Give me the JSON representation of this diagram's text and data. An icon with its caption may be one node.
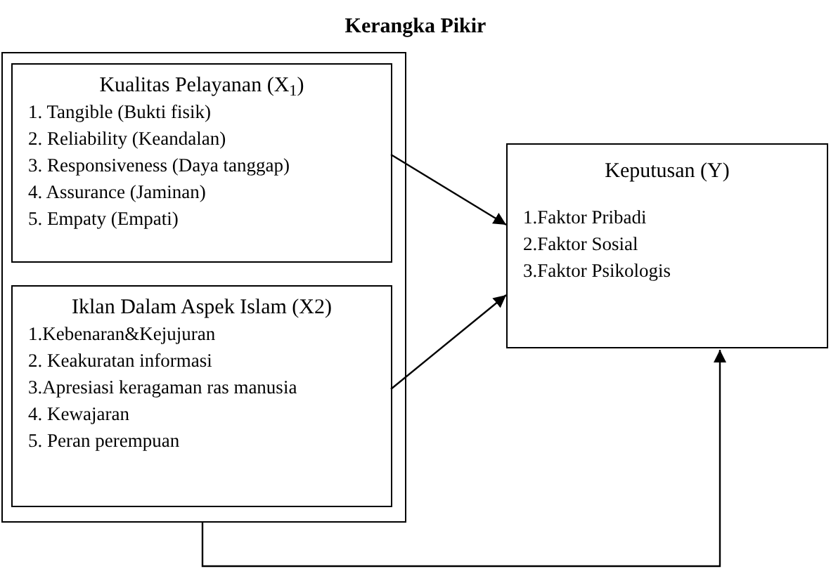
{
  "diagram": {
    "title": "Kerangka Pikir",
    "nodes": [
      {
        "text": [],
        "shape": "box"
      },
      {
        "text": [
          "Kualitas Pelayanan (X$_{1}$)",
          "1. Tangible (Bukti fisik)",
          "2. Reliability (Keandalan)",
          "3. Responsiveness (Daya tanggap)",
          "4. Assurance (Jaminan)",
          "5. Empaty (Empati)"
        ],
        "in": 0
      },
      {
        "text": [
          "Iklan Dalam Aspek Islam (X2)",
          "1.Kebenaran&Kejujuran",
          "2. Keakuratan informasi",
          "3.Apresiasi keragaman ras manusia",
          "4. Kewajaran",
          "5. Peran perempuan"
        ],
        "in": 0
      },
      {
        "text": [
          "Keputusan  (Y)",
          "1.Faktor Pribadi",
          "2.Faktor Sosial",
          "3.Faktor Psikologis"
        ]
      }
    ],
    "edges": [
      {
        "from": 1,
        "to": 3,
        "arrow": "to"
      },
      {
        "from": 2,
        "to": 3,
        "arrow": "to"
      },
      {
        "from": 0,
        "to": 3,
        "arrow": "to"
      }
    ]
  }
}
